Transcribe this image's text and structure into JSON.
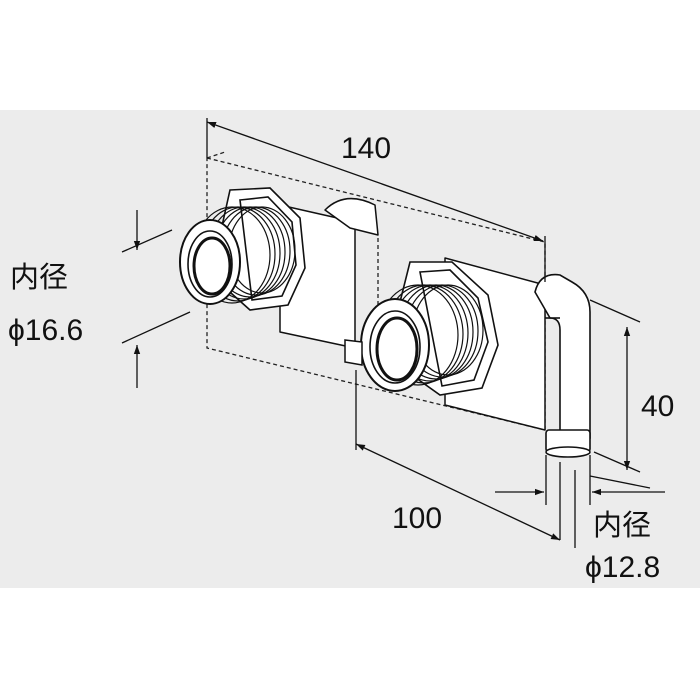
{
  "dimensions": {
    "width_total": "140",
    "height_outlet": "40",
    "pitch": "100"
  },
  "inlet": {
    "label": "内径",
    "diameter": "ϕ16.6"
  },
  "outlet": {
    "label": "内径",
    "diameter": "ϕ12.8"
  },
  "colors": {
    "panel_background": "#ececec",
    "line": "#111111"
  }
}
